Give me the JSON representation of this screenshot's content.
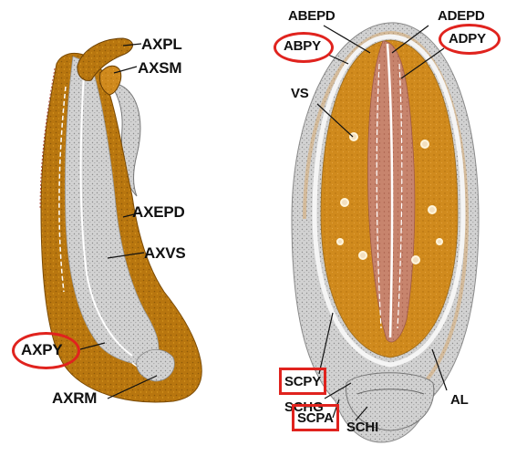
{
  "labels": {
    "axpl": "AXPL",
    "axsm": "AXSM",
    "axepd": "AXEPD",
    "axvs": "AXVS",
    "axpy": "AXPY",
    "axrm": "AXRM",
    "abepd": "ABEPD",
    "adepd": "ADEPD",
    "abpy": "ABPY",
    "adpy": "ADPY",
    "vs": "VS",
    "scpy": "SCPY",
    "schg": "SCHG",
    "al": "AL",
    "scpa": "SCPA",
    "schi": "SCHI"
  },
  "colors": {
    "tissue_orange": "#b8760f",
    "tissue_orange_light": "#d28d1c",
    "tissue_grey": "#c9c9c9",
    "vascular_pink": "#c9826c",
    "highlight_red": "#e0231e"
  }
}
